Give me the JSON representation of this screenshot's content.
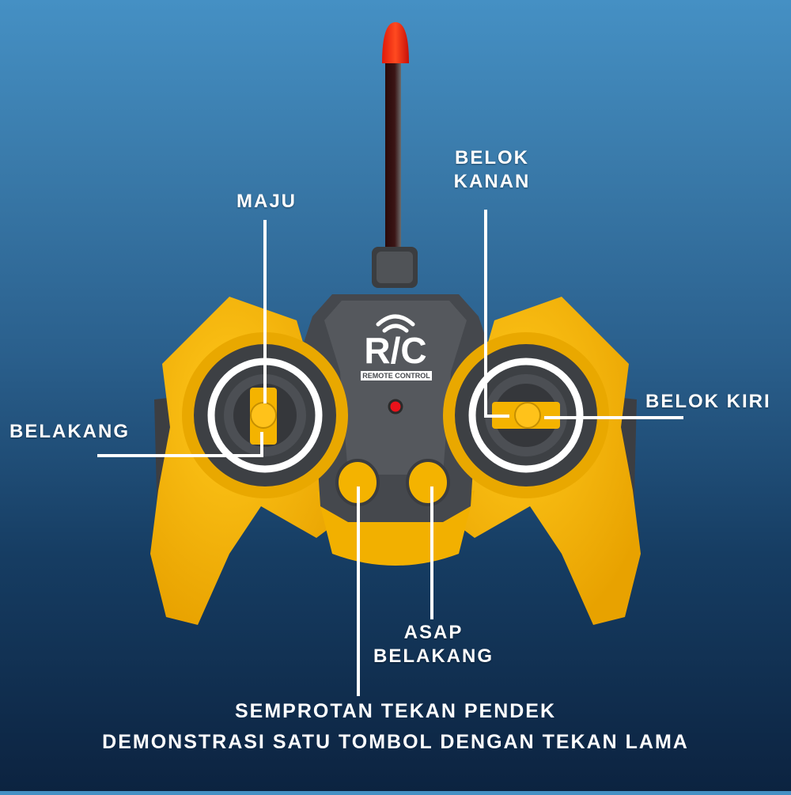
{
  "controller": {
    "logo": {
      "title": "R/C",
      "subtitle": "REMOTE CONTROL",
      "icon": "wifi-signal-icon"
    },
    "colors": {
      "body_yellow": "#f6b400",
      "body_gray": "#4a4d52",
      "antenna_tip": "#ff2a10",
      "led": "#e8121a",
      "ring": "#ffffff"
    }
  },
  "labels": {
    "maju": "MAJU",
    "belakang": "BELAKANG",
    "belok_kanan_line1": "BELOK",
    "belok_kanan_line2": "KANAN",
    "belok_kiri": "BELOK KIRI",
    "asap_line1": "ASAP",
    "asap_line2": "BELAKANG"
  },
  "footer": {
    "line1": "SEMPROTAN TEKAN PENDEK",
    "line2": "DEMONSTRASI SATU TOMBOL DENGAN TEKAN LAMA"
  }
}
